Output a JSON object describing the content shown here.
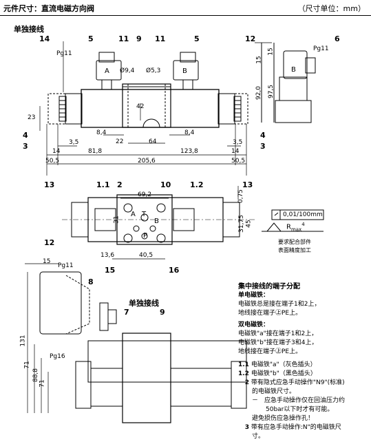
{
  "header": {
    "title": "元件尺寸：直流电磁方向阀",
    "unit": "（尺寸单位：mm）"
  },
  "sections": {
    "single_wiring": "单独接线",
    "single_wiring_2": "单独接线"
  },
  "callouts": {
    "c14a": "14",
    "c5a": "5",
    "c11a": "11",
    "c9a": "9",
    "c11b": "11",
    "c5b": "5",
    "c12a": "12",
    "c6": "6",
    "c4a": "4",
    "c3a": "3",
    "c13a": "13",
    "c4b": "4",
    "c3b": "3",
    "c13b": "13",
    "c11_1": "1.1",
    "c2": "2",
    "c10": "10",
    "c12_1": "1.2",
    "c15": "15",
    "c16": "16",
    "c12b": "12",
    "c8": "8",
    "c7": "7",
    "c9b": "9"
  },
  "dims": {
    "pg11a": "Pg11",
    "pg11b": "Pg11",
    "pg11c": "Pg11",
    "pg16": "Pg16",
    "d94": "Ø9,4",
    "d53": "Ø5,3",
    "d42": "42",
    "d23": "23",
    "d84a": "8,4",
    "d22": "22",
    "d64": "64",
    "d84b": "8,4",
    "d35a": "3,5",
    "d35b": "3,5",
    "d14a": "14",
    "d14b": "14",
    "d818": "81,8",
    "d1238": "123,8",
    "d505a": "50,5",
    "d505b": "50,5",
    "d2056": "205,6",
    "d15a": "15",
    "d15b": "15",
    "d920": "92,0",
    "d975": "97,5",
    "d692": "69,2",
    "d075": "0,75",
    "d3175": "31,75",
    "d45": "45",
    "d31": "31",
    "d136": "13,6",
    "d405": "40,5",
    "d15c": "15",
    "d131": "131",
    "d71a": "71",
    "d888": "88,8",
    "d71b": "71",
    "letA1": "A",
    "letB1": "B",
    "letB2": "B",
    "letT": "T",
    "letA2": "A",
    "letB3": "B",
    "letP": "P"
  },
  "surface": {
    "flatness": "0,01/100mm",
    "rmax": "R",
    "rmax_sub": "max",
    "rmax_val": "4",
    "req1": "要求配合部件",
    "req2": "表面精度加工"
  },
  "notes": {
    "title": "集中接线的端子分配",
    "single_title": "单电磁铁：",
    "single_1": "电磁铁总是接在端子1和2上，",
    "single_2": "地线接在端子㊤PE上。",
    "double_title": "双电磁铁：",
    "double_1": "电磁铁\"a\"接在端子1和2上，",
    "double_2": "电磁铁\"b\"接在端子3和4上，",
    "double_3": "地线接在端子㊤PE上。",
    "i11_num": "1.1",
    "i11": "电磁铁\"a\"（灰色插头）",
    "i12_num": "1.2",
    "i12": "电磁铁\"b\"（黑色插头）",
    "i2_num": "2",
    "i2a": "带有隐式应急手动操作\"N9\"(标准)",
    "i2b": "的电磁铁尺寸。",
    "i2c": "－　应急手动操作仅在回油压力约",
    "i2d": "50bar以下时才有可能。",
    "i2e": "避免损伤应急操作孔！",
    "i3_num": "3",
    "i3a": "带有应急手动操作:N\"的电磁铁尺",
    "i3b": "寸。"
  },
  "colors": {
    "line": "#000000",
    "bg": "#ffffff"
  }
}
